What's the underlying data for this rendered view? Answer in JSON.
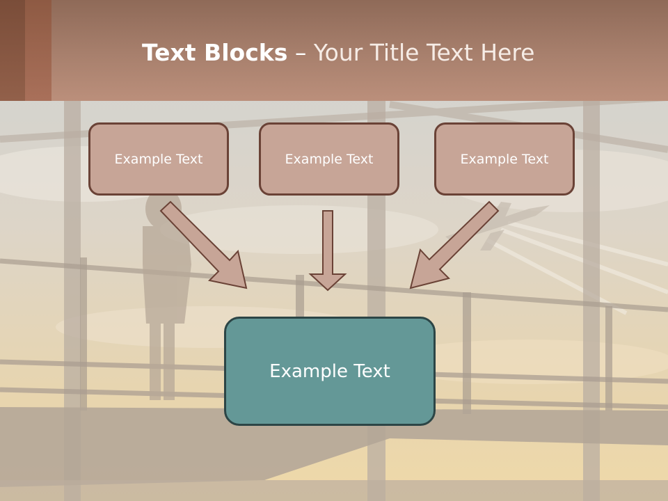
{
  "title": {
    "bold": "Text Blocks",
    "separator": " – ",
    "rest": "Your Title Text Here"
  },
  "boxes": {
    "top": [
      {
        "label": "Example Text"
      },
      {
        "label": "Example Text"
      },
      {
        "label": "Example Text"
      }
    ],
    "main": {
      "label": "Example Text"
    }
  },
  "colors": {
    "header": "#a8806d",
    "top_box_fill": "#c7a597",
    "top_box_border": "#6a4236",
    "main_box_fill": "#649897",
    "main_box_border": "#2c4546",
    "arrow_fill": "#c7a597",
    "arrow_stroke": "#6a4236"
  }
}
